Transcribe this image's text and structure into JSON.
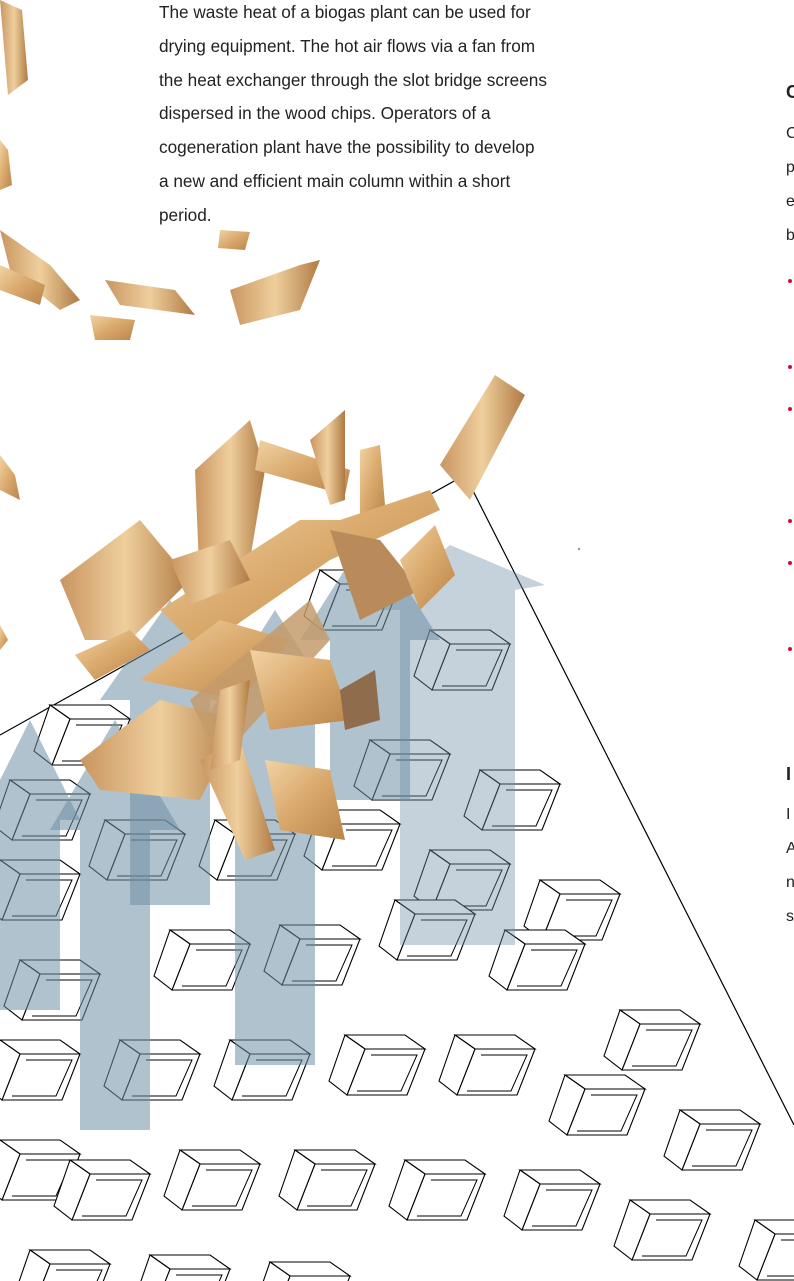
{
  "intro": {
    "lines": [
      "The waste heat of a biogas plant can be used for",
      "drying equipment. The hot air flows via a fan from",
      "the heat exchanger through the slot bridge screens",
      "dispersed in the wood chips. Operators of a",
      "cogeneration plant have the possibility to develop",
      "a new and efficient main column within a short",
      "period."
    ]
  },
  "right_column": {
    "heading_1_char": "C",
    "body_1_chars": [
      "C",
      "p",
      "e",
      "b"
    ],
    "heading_2_char": "I",
    "body_2_chars": [
      "I",
      "A",
      "n",
      "s"
    ],
    "bullet_color": "#c8102e"
  },
  "illustration": {
    "arrow_color": "#6f8fa6",
    "wood_color": "#d9b07a",
    "screen_line_color": "#000000"
  }
}
